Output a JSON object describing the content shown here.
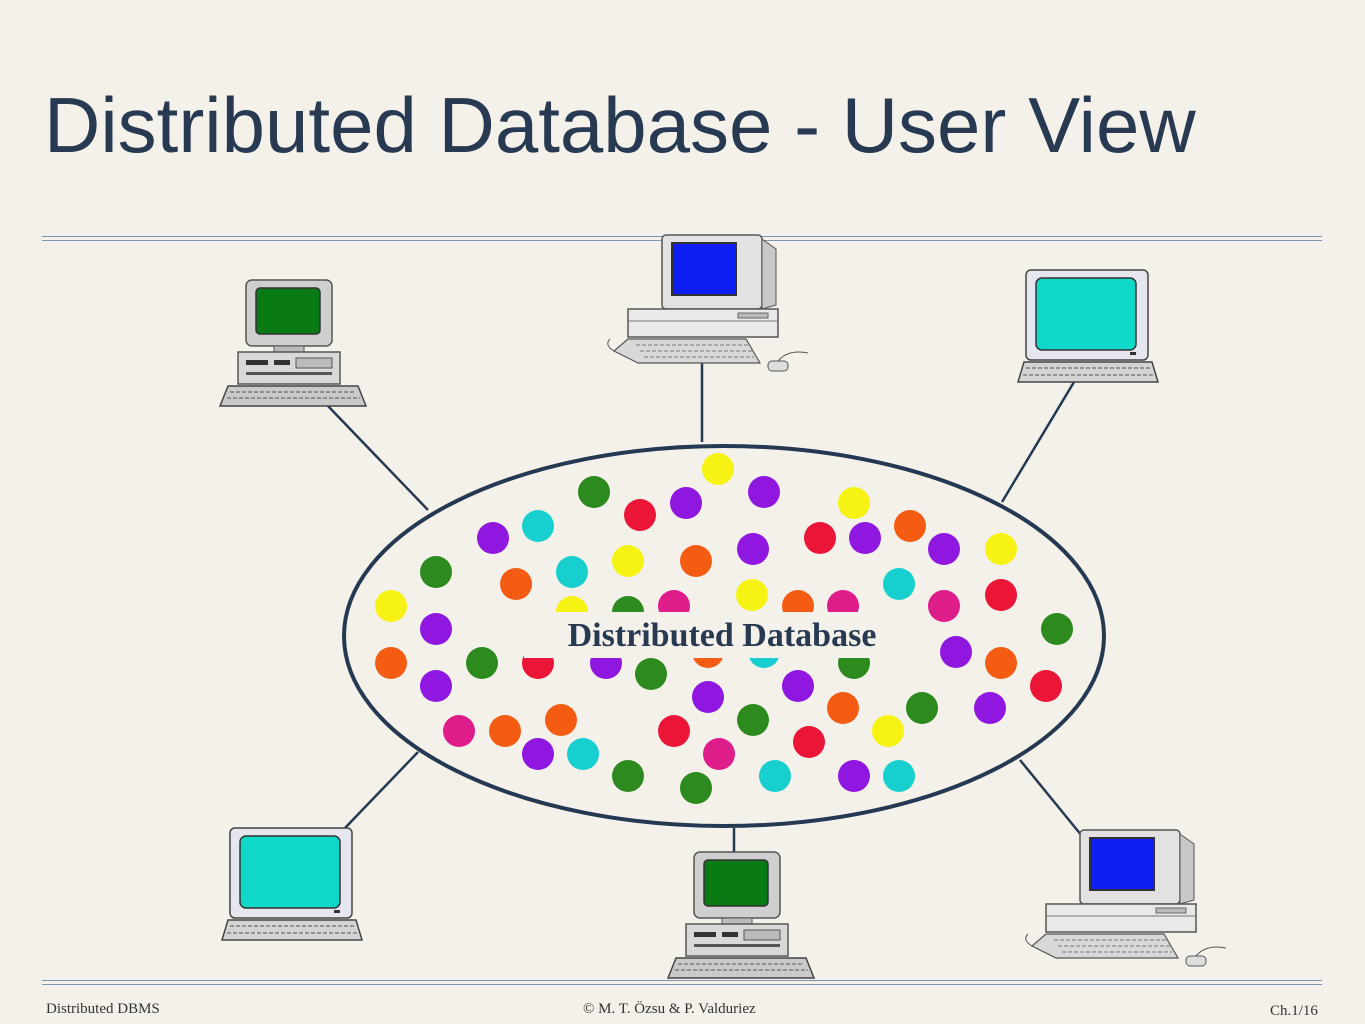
{
  "slide": {
    "title": "Distributed Database - User View"
  },
  "diagram": {
    "center_label": "Distributed Database",
    "colors": {
      "ellipse_stroke": "#253a52",
      "link": "#253a52",
      "dot_palette": [
        "#2d8a1e",
        "#ea1537",
        "#8f17e0",
        "#17cfcf",
        "#f6f213",
        "#f35c12",
        "#de1c8a"
      ],
      "screen_green": "#0a7a14",
      "screen_blue": "#0d1ff2",
      "screen_cyan": "#10d8c8"
    },
    "computers": [
      {
        "name": "computer-top-left",
        "icon": "desktop-computer-icon",
        "screen": "green"
      },
      {
        "name": "computer-top-center",
        "icon": "workstation-computer-icon",
        "screen": "blue"
      },
      {
        "name": "computer-top-right",
        "icon": "terminal-computer-icon",
        "screen": "cyan"
      },
      {
        "name": "computer-bottom-left",
        "icon": "terminal-computer-icon",
        "screen": "cyan"
      },
      {
        "name": "computer-bottom-center",
        "icon": "desktop-computer-icon",
        "screen": "green"
      },
      {
        "name": "computer-bottom-right",
        "icon": "workstation-computer-icon",
        "screen": "blue"
      }
    ]
  },
  "footer": {
    "left": "Distributed DBMS",
    "center": "© M. T. Özsu & P. Valduriez",
    "right": "Ch.1/16"
  }
}
